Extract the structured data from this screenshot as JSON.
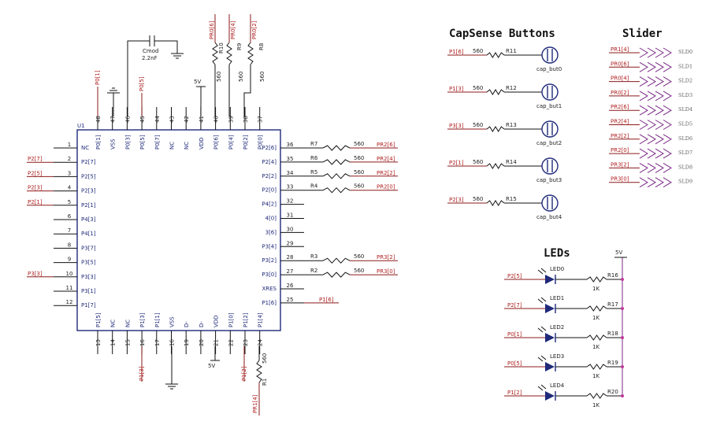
{
  "chip": {
    "ref": "U1",
    "left_pins": [
      {
        "num": "1",
        "name": "NC",
        "net": ""
      },
      {
        "num": "2",
        "name": "P2[7]",
        "net": "P2[7]"
      },
      {
        "num": "3",
        "name": "P2[5]",
        "net": "P2[5]"
      },
      {
        "num": "4",
        "name": "P2[3]",
        "net": "P2[3]"
      },
      {
        "num": "5",
        "name": "P2[1]",
        "net": "P2[1]"
      },
      {
        "num": "6",
        "name": "P4[3]",
        "net": ""
      },
      {
        "num": "7",
        "name": "P4[1]",
        "net": ""
      },
      {
        "num": "8",
        "name": "P3[7]",
        "net": ""
      },
      {
        "num": "9",
        "name": "P3[5]",
        "net": ""
      },
      {
        "num": "10",
        "name": "P3[3]",
        "net": "P3[3]"
      },
      {
        "num": "11",
        "name": "P3[1]",
        "net": ""
      },
      {
        "num": "12",
        "name": "P1[7]",
        "net": ""
      }
    ],
    "right_pins": [
      {
        "num": "36",
        "name": "P2[6]",
        "res": "R7",
        "val": "560",
        "net": "PR2[6]"
      },
      {
        "num": "35",
        "name": "P2[4]",
        "res": "R6",
        "val": "560",
        "net": "PR2[4]"
      },
      {
        "num": "34",
        "name": "P2[2]",
        "res": "R5",
        "val": "560",
        "net": "PR2[2]"
      },
      {
        "num": "33",
        "name": "P2[0]",
        "res": "R4",
        "val": "560",
        "net": "PR2[0]"
      },
      {
        "num": "32",
        "name": "P4[2]",
        "res": "",
        "val": "",
        "net": ""
      },
      {
        "num": "31",
        "name": "4[0]",
        "res": "",
        "val": "",
        "net": ""
      },
      {
        "num": "30",
        "name": "3[6]",
        "res": "",
        "val": "",
        "net": ""
      },
      {
        "num": "29",
        "name": "P3[4]",
        "res": "",
        "val": "",
        "net": ""
      },
      {
        "num": "28",
        "name": "P3[2]",
        "res": "R3",
        "val": "560",
        "net": "PR3[2]"
      },
      {
        "num": "27",
        "name": "P3[0]",
        "res": "R2",
        "val": "560",
        "net": "PR3[0]"
      },
      {
        "num": "26",
        "name": "XRES",
        "res": "",
        "val": "",
        "net": ""
      },
      {
        "num": "25",
        "name": "P1[6]",
        "res": "",
        "val": "",
        "net": "P1[6]"
      }
    ],
    "top_pins": [
      {
        "num": "48",
        "name": "P0[1]"
      },
      {
        "num": "47",
        "name": "VSS"
      },
      {
        "num": "46",
        "name": "P0[3]"
      },
      {
        "num": "45",
        "name": "P0[5]"
      },
      {
        "num": "44",
        "name": "P0[7]"
      },
      {
        "num": "43",
        "name": "NC"
      },
      {
        "num": "42",
        "name": "NC"
      },
      {
        "num": "41",
        "name": "VDD"
      },
      {
        "num": "40",
        "name": "P0[6]"
      },
      {
        "num": "39",
        "name": "P0[4]"
      },
      {
        "num": "38",
        "name": "P0[2]"
      },
      {
        "num": "37",
        "name": "P0[0]"
      }
    ],
    "bottom_pins": [
      {
        "num": "13",
        "name": "P1[5]"
      },
      {
        "num": "14",
        "name": "NC"
      },
      {
        "num": "15",
        "name": "NC"
      },
      {
        "num": "16",
        "name": "P1[3]"
      },
      {
        "num": "17",
        "name": "P1[1]"
      },
      {
        "num": "16",
        "name": "VSS"
      },
      {
        "num": "19",
        "name": "D-"
      },
      {
        "num": "20",
        "name": "D-"
      },
      {
        "num": "21",
        "name": "VDD"
      },
      {
        "num": "22",
        "name": "P1[0]"
      },
      {
        "num": "23",
        "name": "P1[2]"
      },
      {
        "num": "24",
        "name": "P1[4]"
      }
    ]
  },
  "top_nets": {
    "p01": "P0[1]",
    "p05": "P0[5]",
    "cap_ref": "Cmod",
    "cap_val": "2.2nF",
    "pwr": "5V",
    "r10": "R10",
    "r10_val": "560",
    "r10_net": "PR0[6]",
    "r9": "R9",
    "r9_val": "560",
    "r9_net": "PR0[4]",
    "r8": "R8",
    "r8_val": "560",
    "r8_net": "PR0[2]"
  },
  "bottom_nets": {
    "p13": "P1[3]",
    "p12": "P1[2]",
    "pwr": "5V",
    "r1": "R1",
    "r1_val": "560",
    "r1_net": "PR1[4]"
  },
  "capsense": {
    "title": "CapSense Buttons",
    "buttons": [
      {
        "net": "P1[6]",
        "val": "560",
        "res": "R11",
        "label": "cap_but0"
      },
      {
        "net": "P1[3]",
        "val": "560",
        "res": "R12",
        "label": "cap_but1"
      },
      {
        "net": "P3[3]",
        "val": "560",
        "res": "R13",
        "label": "cap_but2"
      },
      {
        "net": "P2[1]",
        "val": "560",
        "res": "R14",
        "label": "cap_but3"
      },
      {
        "net": "P2[3]",
        "val": "560",
        "res": "R15",
        "label": "cap_but4"
      }
    ]
  },
  "slider": {
    "title": "Slider",
    "segments": [
      {
        "net": "PR1[4]",
        "label": "SLD0"
      },
      {
        "net": "PR0[6]",
        "label": "SLD1"
      },
      {
        "net": "PR0[4]",
        "label": "SLD2"
      },
      {
        "net": "PR0[2]",
        "label": "SLD3"
      },
      {
        "net": "PR2[6]",
        "label": "SLD4"
      },
      {
        "net": "PR2[4]",
        "label": "SLD5"
      },
      {
        "net": "PR2[2]",
        "label": "SLD6"
      },
      {
        "net": "PR2[0]",
        "label": "SLD7"
      },
      {
        "net": "PR3[2]",
        "label": "SLD8"
      },
      {
        "net": "PR3[0]",
        "label": "SLD9"
      }
    ]
  },
  "leds": {
    "title": "LEDs",
    "pwr": "5V",
    "items": [
      {
        "net": "P2[5]",
        "label": "LED0",
        "res": "R16",
        "val": "1K"
      },
      {
        "net": "P2[7]",
        "label": "LED1",
        "res": "R17",
        "val": "1K"
      },
      {
        "net": "P0[1]",
        "label": "LED2",
        "res": "R18",
        "val": "1K"
      },
      {
        "net": "P0[5]",
        "label": "LED3",
        "res": "R19",
        "val": "1K"
      },
      {
        "net": "P1[2]",
        "label": "LED4",
        "res": "R20",
        "val": "1K"
      }
    ]
  }
}
